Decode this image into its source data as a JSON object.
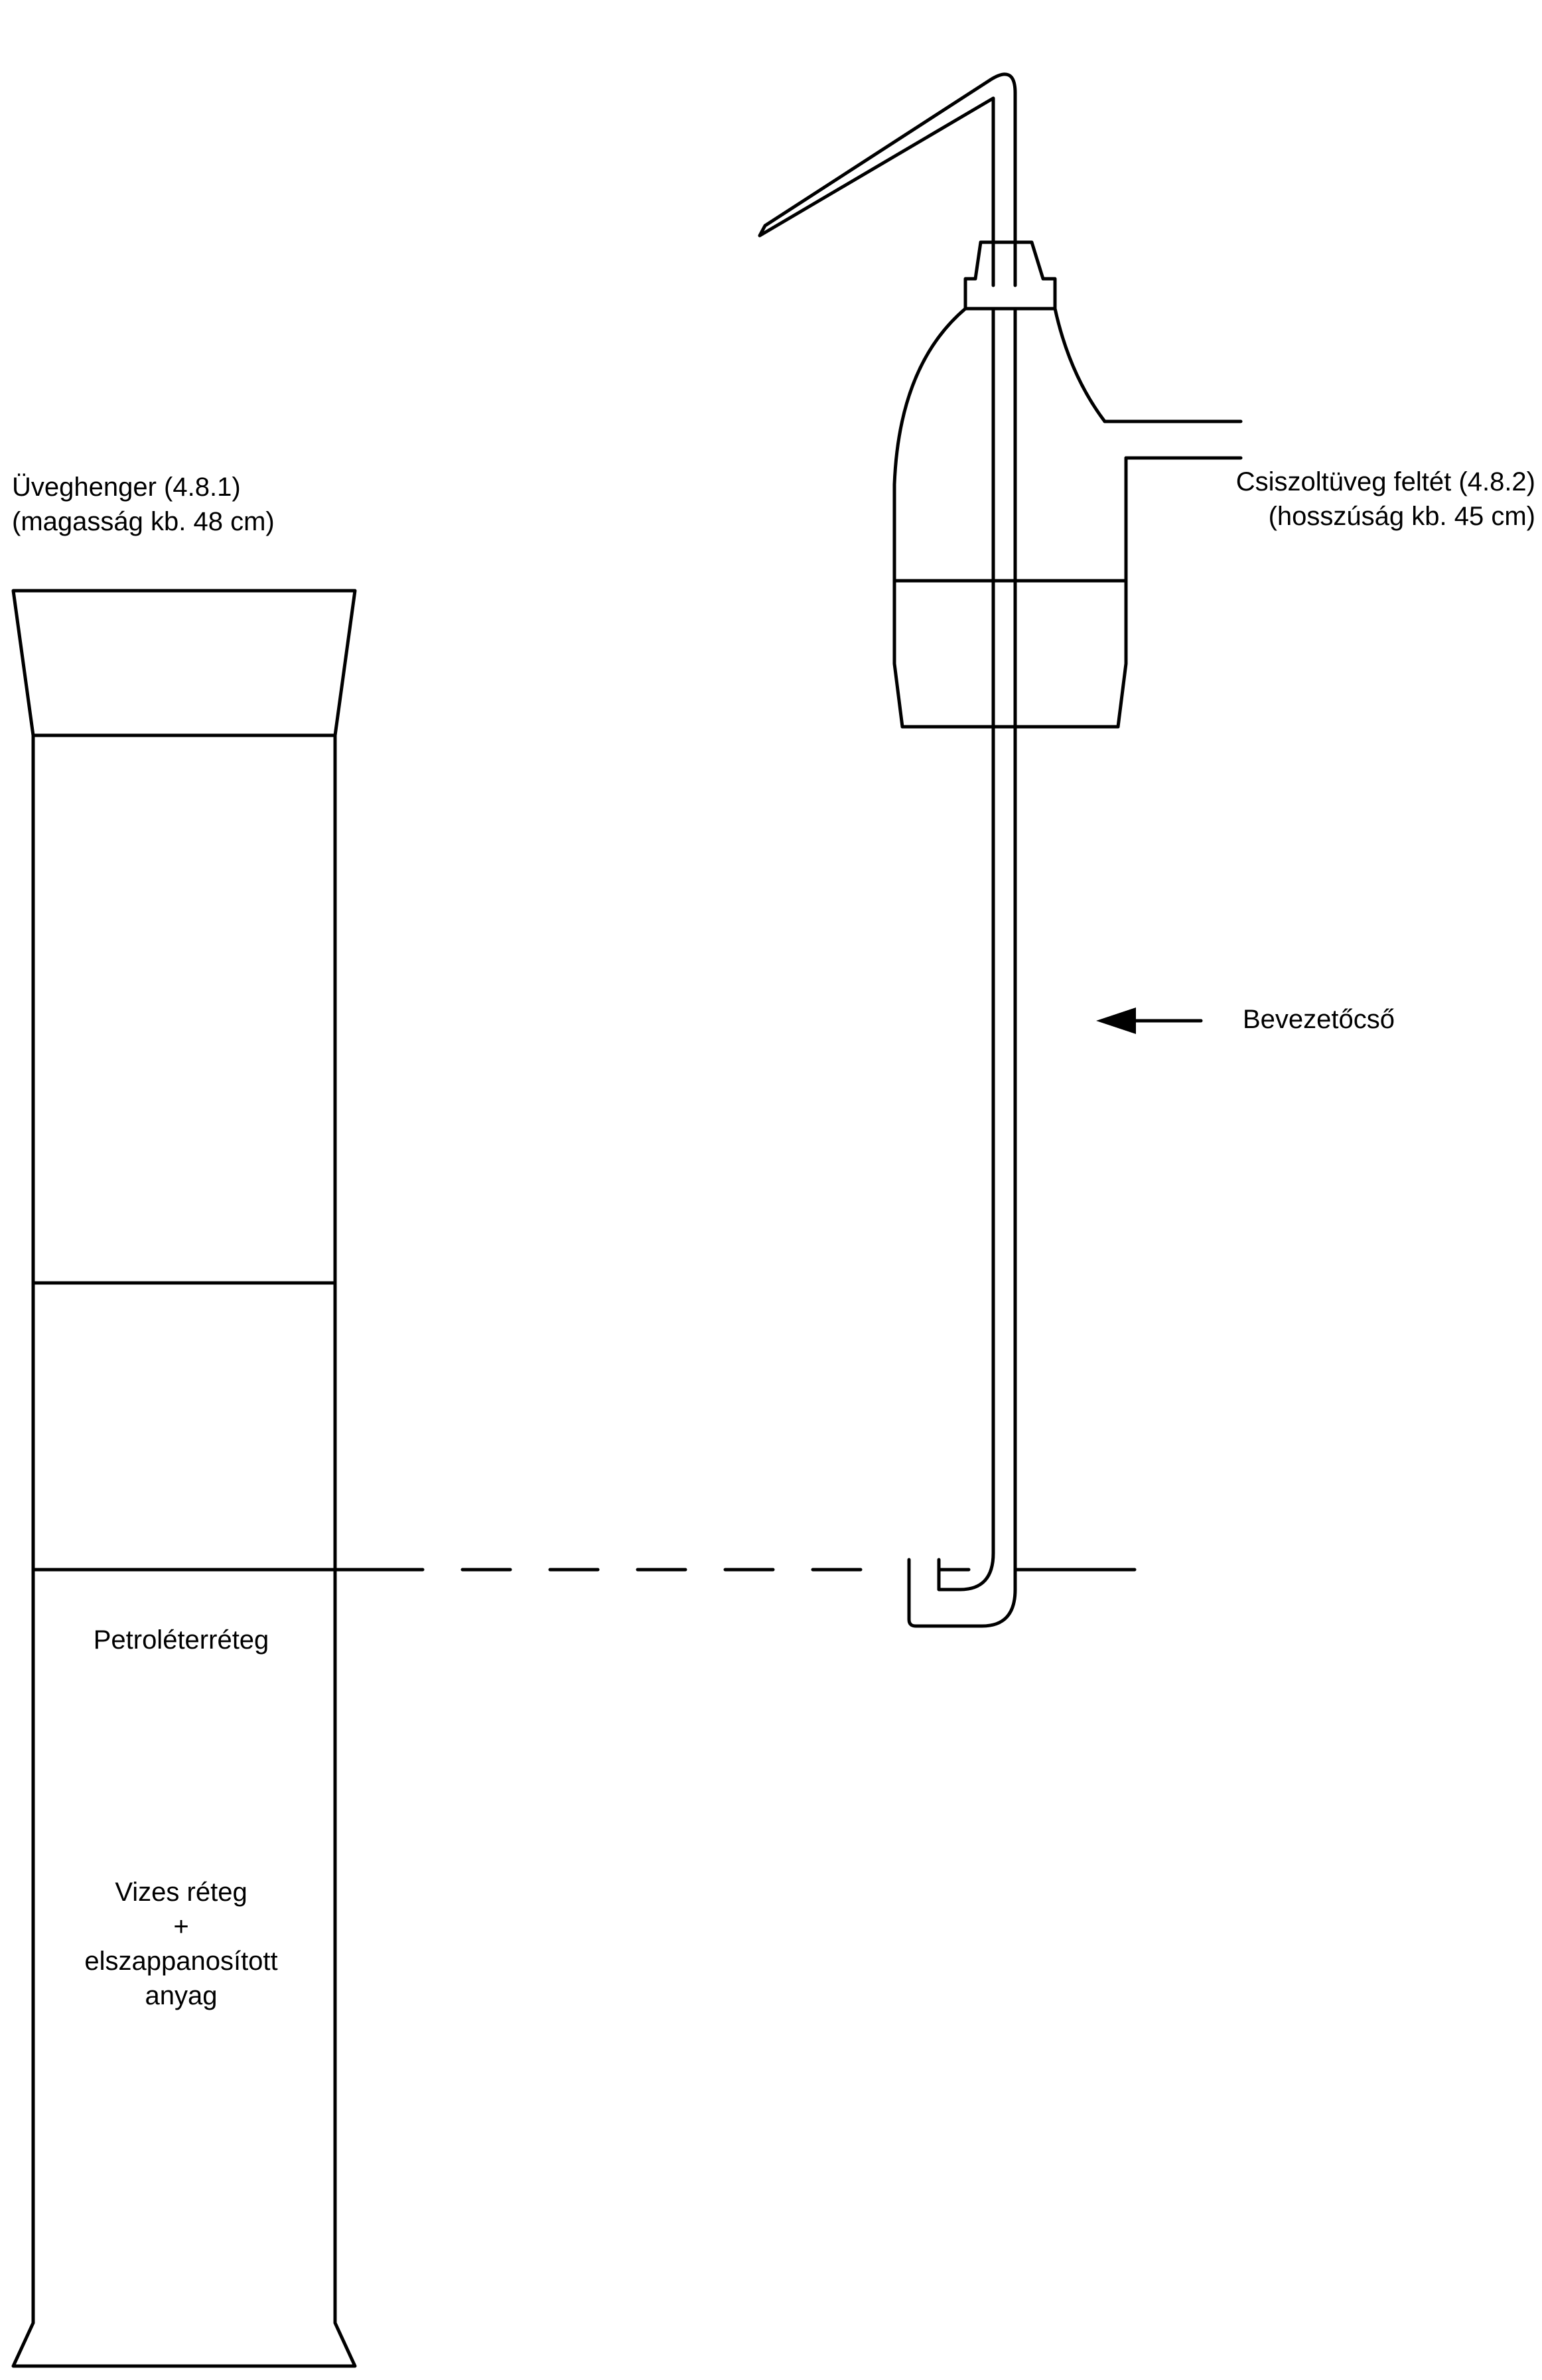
{
  "diagram": {
    "cylinder_label": {
      "line1": "Üveghenger (4.8.1)",
      "line2": "(magasság kb. 48 cm)"
    },
    "attachment_label": {
      "line1": "Csiszoltüveg feltét (4.8.2)",
      "line2": "(hosszúság kb. 45 cm)"
    },
    "inlet_tube_label": "Bevezetőcső",
    "petroleum_ether_layer_label": "Petroléterréteg",
    "aqueous_layer_label": {
      "line1": "Vizes réteg",
      "line2": "+",
      "line3": "elszappanosított",
      "line4": "anyag"
    },
    "line_color": "#000000"
  }
}
